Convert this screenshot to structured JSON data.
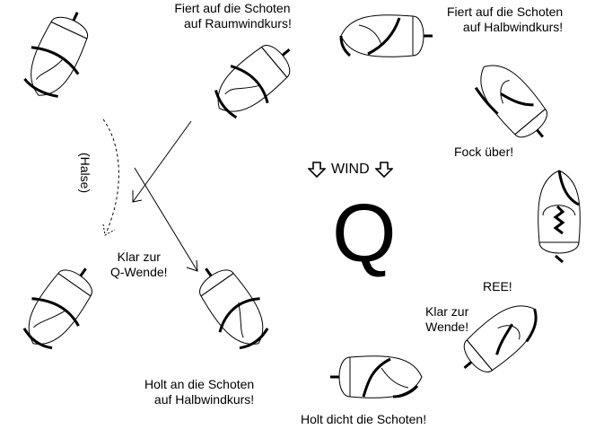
{
  "title": "Q-Wende Manöver",
  "center": {
    "wind_label": "WIND",
    "big_letter": "Q"
  },
  "commands": {
    "raumwind": [
      "Fiert auf die Schoten",
      "auf Raumwindkurs!"
    ],
    "halbwind_top": [
      "Fiert auf die Schoten",
      "auf Halbwindkurs!"
    ],
    "fock": "Fock über!",
    "ree": "REE!",
    "klar_wende": [
      "Klar zur",
      "Wende!"
    ],
    "holt_dicht": "Holt dicht die Schoten!",
    "holt_an": [
      "Holt an die Schoten",
      "auf Halbwindkurs!"
    ],
    "klar_q": [
      "Klar zur",
      "Q-Wende!"
    ],
    "halse": "(Halse)"
  },
  "boats": [
    "boat-1",
    "boat-2",
    "boat-3",
    "boat-4",
    "boat-5",
    "boat-6",
    "boat-7",
    "boat-8",
    "boat-9"
  ],
  "colors": {
    "ink": "#000000",
    "background": "#ffffff"
  }
}
